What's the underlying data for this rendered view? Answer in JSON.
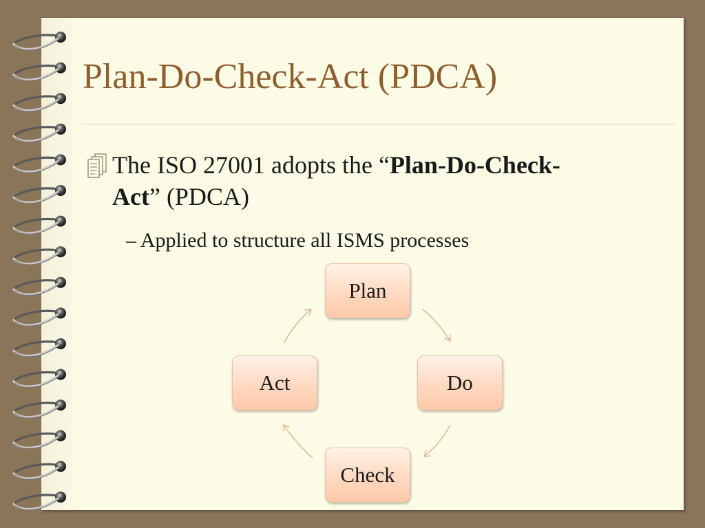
{
  "slide": {
    "title": "Plan-Do-Check-Act (PDCA)",
    "bullet": {
      "text_before": "The ISO 27001 adopts the “",
      "bold_text": "Plan-Do-Check-Act",
      "text_after": "” (PDCA)"
    },
    "sub_bullet": "– Applied to structure all ISMS processes"
  },
  "cycle": {
    "steps": [
      "Plan",
      "Do",
      "Check",
      "Act"
    ]
  },
  "colors": {
    "title": "#8e5e2e",
    "background": "#8a7559",
    "page": "#fbfbe6",
    "box_fill": "#ffd9c1",
    "arrow": "#e0b894"
  },
  "icons": {
    "bullet": "stacked-pages-icon",
    "binding": "spiral-binding-icon"
  }
}
